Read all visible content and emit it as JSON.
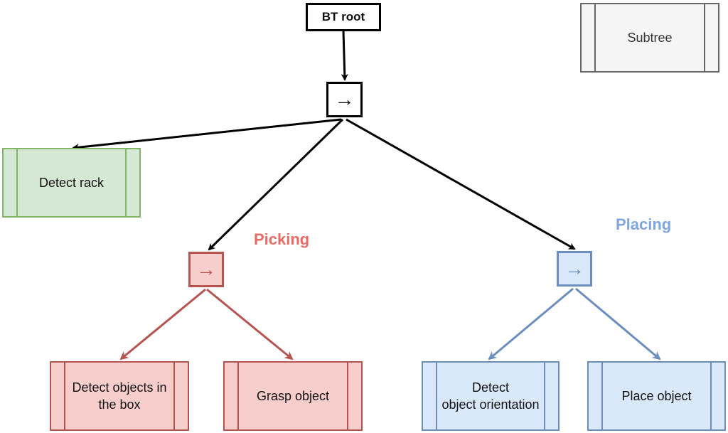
{
  "nodes": {
    "root": "BT root",
    "sequence_main": "→",
    "sequence_picking": "→",
    "sequence_placing": "→",
    "detect_rack": "Detect rack",
    "detect_objects": "Detect objects in\nthe box",
    "grasp_object": "Grasp object",
    "detect_orientation": "Detect\nobject orientation",
    "place_object": "Place object"
  },
  "legend": {
    "subtree": "Subtree"
  },
  "groups": {
    "picking": "Picking",
    "placing": "Placing"
  },
  "colors": {
    "black": "#000000",
    "picking_stroke": "#b85450",
    "picking_fill": "#f8cecc",
    "picking_label": "#ea6b66",
    "placing_stroke": "#6c8ebf",
    "placing_fill": "#dae8fc",
    "placing_label": "#7ea6e0",
    "rack_stroke": "#82b366",
    "rack_fill": "#d5e8d4",
    "legend_stroke": "#666666",
    "legend_fill": "#f5f5f5"
  }
}
